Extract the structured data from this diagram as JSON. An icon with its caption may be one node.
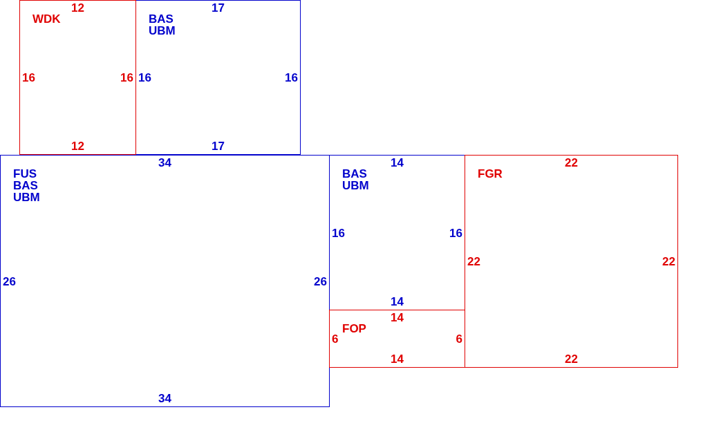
{
  "diagram": {
    "nodes": [
      {
        "text": [
          "WDK",
          "12",
          "16",
          "16",
          "12"
        ]
      },
      {
        "text": [
          "BAS UBM",
          "17",
          "16",
          "16",
          "17"
        ]
      },
      {
        "text": [
          "FUS BAS UBM",
          "34",
          "26",
          "26",
          "34"
        ]
      },
      {
        "text": [
          "BAS UBM",
          "14",
          "16",
          "16",
          "14"
        ]
      },
      {
        "text": [
          "FOP",
          "14",
          "6",
          "6",
          "14"
        ]
      },
      {
        "text": [
          "FGR",
          "22",
          "22",
          "22",
          "22"
        ]
      }
    ]
  }
}
